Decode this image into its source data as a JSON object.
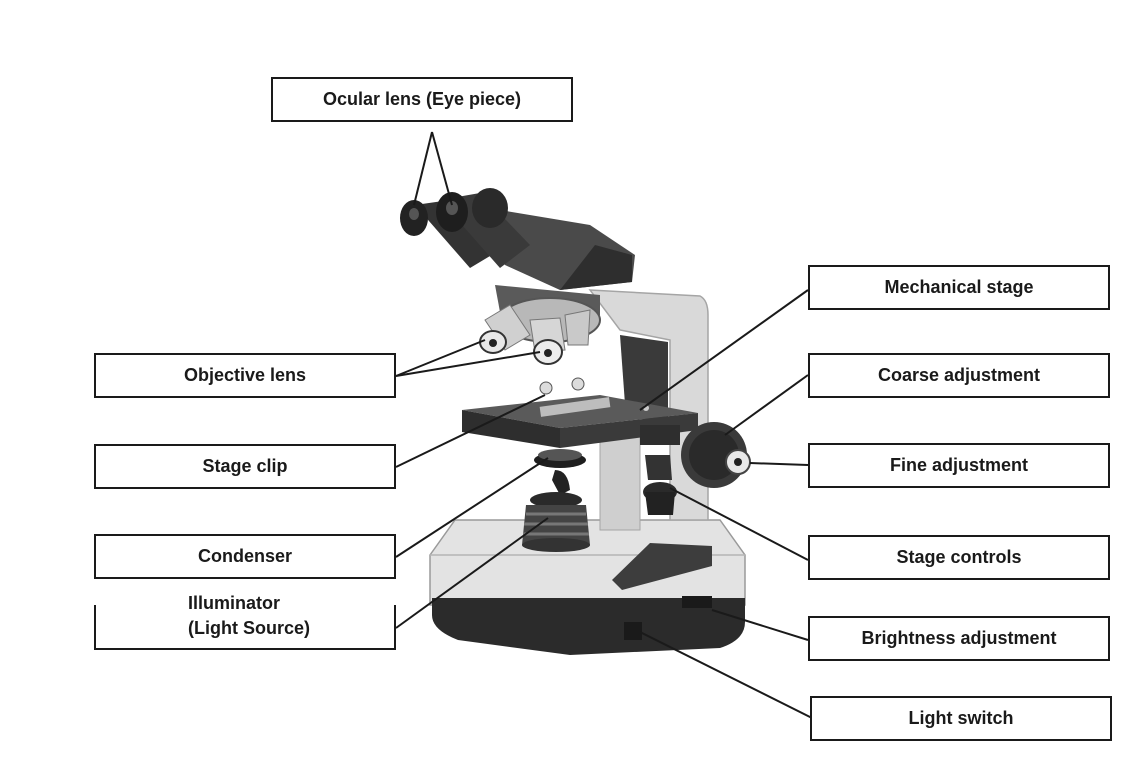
{
  "labels": {
    "ocular": "Ocular lens (Eye piece)",
    "objective": "Objective lens",
    "stage_clip": "Stage clip",
    "condenser": "Condenser",
    "illuminator_line1": "Illuminator",
    "illuminator_line2": "(Light Source)",
    "mechanical_stage": "Mechanical stage",
    "coarse": "Coarse adjustment",
    "fine": "Fine adjustment",
    "stage_controls": "Stage controls",
    "brightness": "Brightness adjustment",
    "light_switch": "Light switch"
  },
  "illustration": {
    "subject": "compound-light-microscope",
    "colors": {
      "body": "#dcdcdc",
      "body_shadow": "#a8a8a8",
      "dark_parts": "#3a3a3a",
      "black_parts": "#1e1e1e",
      "base_front": "#e8e8e8"
    }
  }
}
